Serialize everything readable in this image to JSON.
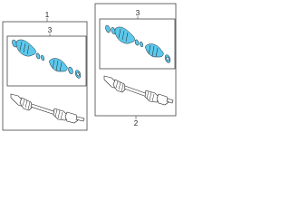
{
  "callouts": {
    "left_assembly": "1",
    "right_assembly": "2",
    "left_boot_kit": "3",
    "right_boot_kit": "3"
  },
  "colors": {
    "part_highlight": "#5cc8ec",
    "line": "#222222",
    "background": "#ffffff"
  }
}
